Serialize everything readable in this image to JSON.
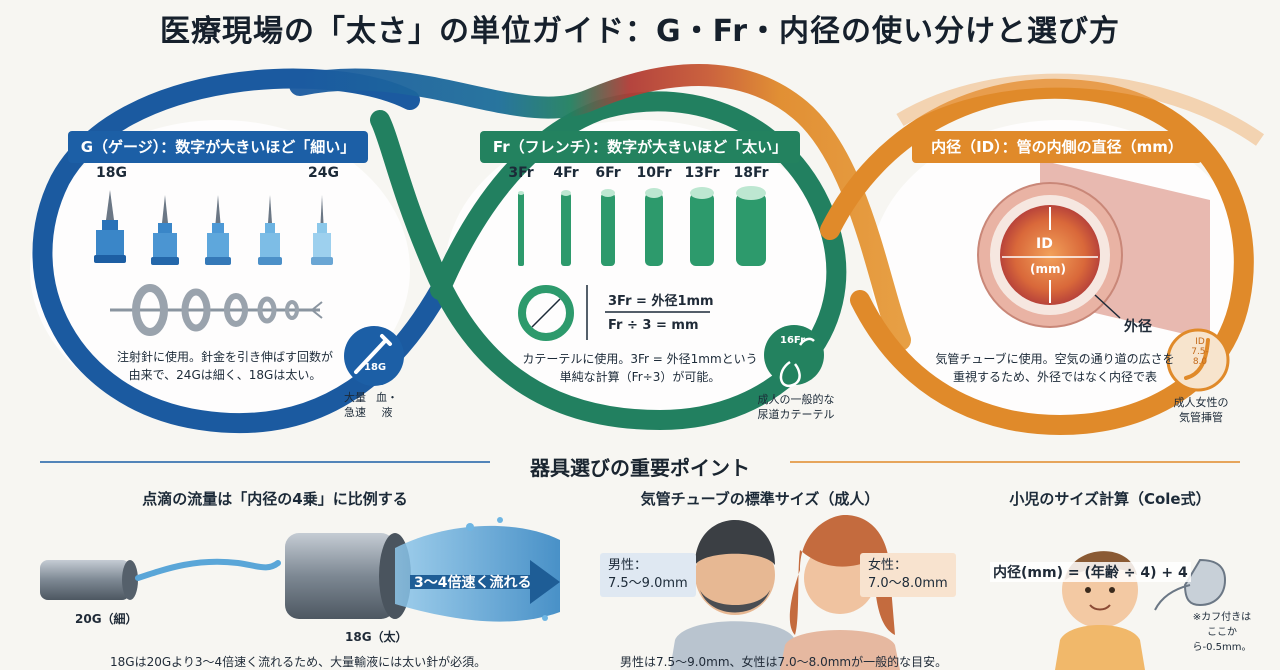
{
  "title": "医療現場の「太さ」の単位ガイド：G・Fr・内径の使い分けと選び方",
  "gauge": {
    "header": "G（ゲージ）：数字が大きいほど「細い」",
    "label_large": "18G",
    "label_small": "24G",
    "description_line1": "注射針に使用。針金を引き伸ばす回数が",
    "description_line2": "由来で、24Gは細く、18Gは太い。",
    "badge": "18G",
    "note_col1": "大量\n急速",
    "note_col2": "血・\n液"
  },
  "french": {
    "header": "Fr（フレンチ）：数字が大きいほど「太い」",
    "sizes": [
      "3Fr",
      "4Fr",
      "6Fr",
      "10Fr",
      "13Fr",
      "18Fr"
    ],
    "formula_line1": "3Fr = 外径1mm",
    "formula_line2": "Fr ÷ 3 = mm",
    "description_line1": "カテーテルに使用。3Fr = 外径1mmという",
    "description_line2": "単純な計算（Fr÷3）が可能。",
    "badge": "16Fr",
    "note_line1": "成人の一般的な",
    "note_line2": "尿道カテーテル"
  },
  "inner": {
    "header": "内径（ID）：管の内側の直径（mm）",
    "id_label": "ID",
    "unit_label": "(mm)",
    "outer_label": "外径",
    "description_line1": "気管チューブに使用。空気の通り道の広さを",
    "description_line2": "重視するため、外径ではなく内径で表",
    "badge_line1": "ID",
    "badge_line2": "7.5-8.0",
    "note_line1": "成人女性の",
    "note_line2": "気管挿管"
  },
  "section_title": "器具選びの重要ポイント",
  "flow": {
    "heading": "点滴の流量は「内径の4乗」に比例する",
    "small_label": "20G（細）",
    "large_label": "18G（太）",
    "arrow_text": "3～4倍速く流れる",
    "footer": "18Gは20Gより3～4倍速く流れるため、大量輸液には太い針が必須。"
  },
  "tube": {
    "heading": "気管チューブの標準サイズ（成人）",
    "male_line1": "男性：",
    "male_line2": "7.5～9.0mm",
    "female_line1": "女性：",
    "female_line2": "7.0～8.0mm",
    "footer": "男性は7.5～9.0mm、女性は7.0～8.0mmが一般的な目安。"
  },
  "cole": {
    "heading": "小児のサイズ計算（Cole式）",
    "formula": "内径(mm) = (年齢 ÷ 4) + 4",
    "note_line1": "※カフ付きは",
    "note_line2": "ここから-0.5mm。"
  },
  "colors": {
    "blue": "#1c5fa6",
    "green": "#23825f",
    "orange": "#e08a2a",
    "red": "#b8433a"
  }
}
